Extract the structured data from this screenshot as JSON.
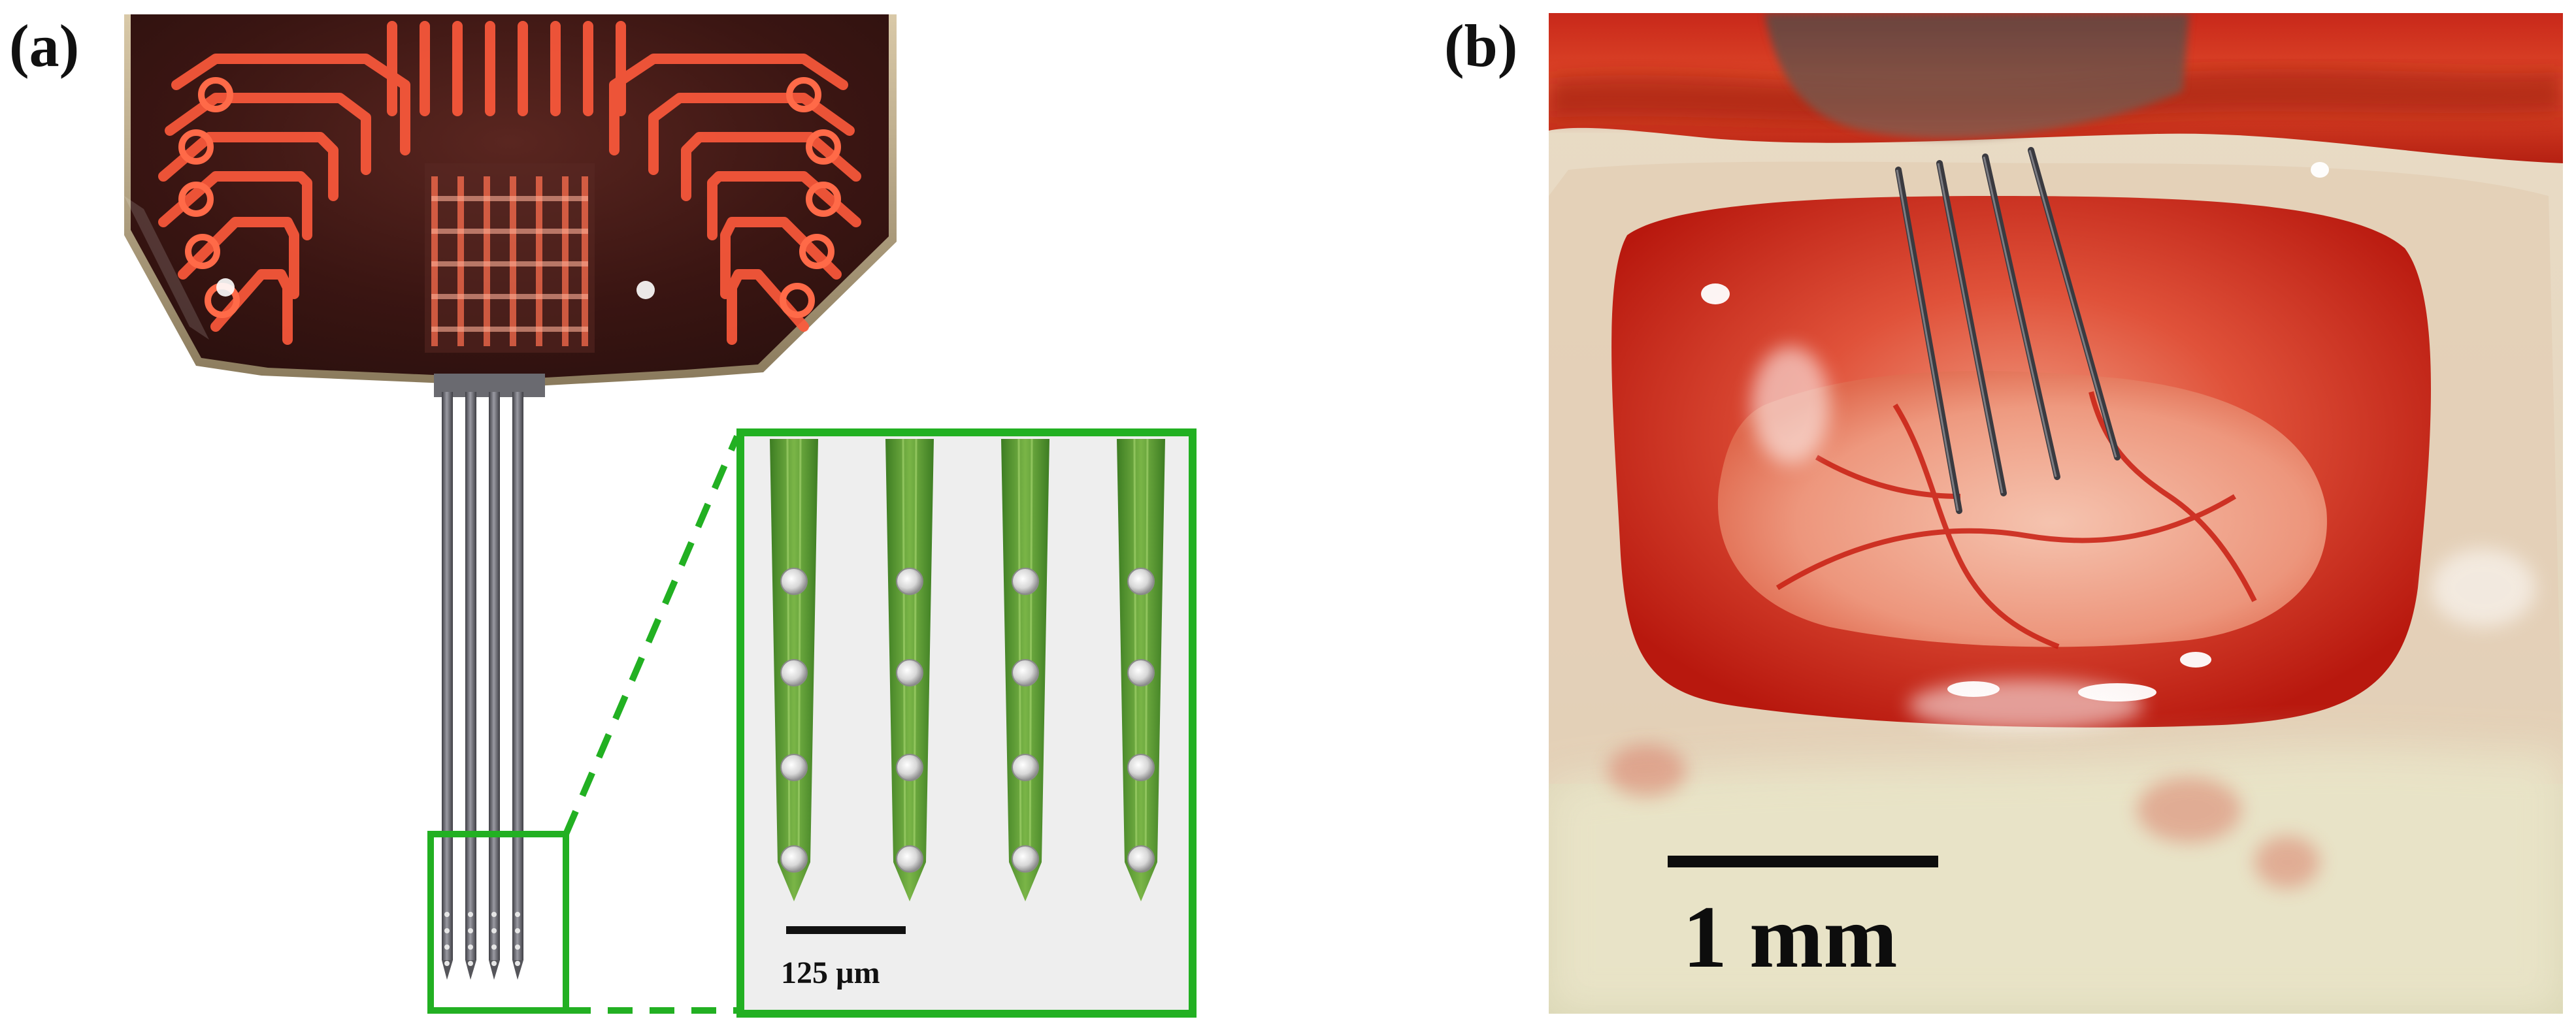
{
  "figure": {
    "panel_a": {
      "label": "(a)",
      "scale_bar_text": "125 µm"
    },
    "panel_b": {
      "label": "(b)",
      "scale_bar_text": "1 mm"
    }
  },
  "colors": {
    "inset_frame": "#22b022",
    "pcb_trace": "#ff5a3c",
    "tissue_red": "#d21e14",
    "shank_green": "#4f9b2d",
    "probe_shank": "#6e6e74"
  }
}
